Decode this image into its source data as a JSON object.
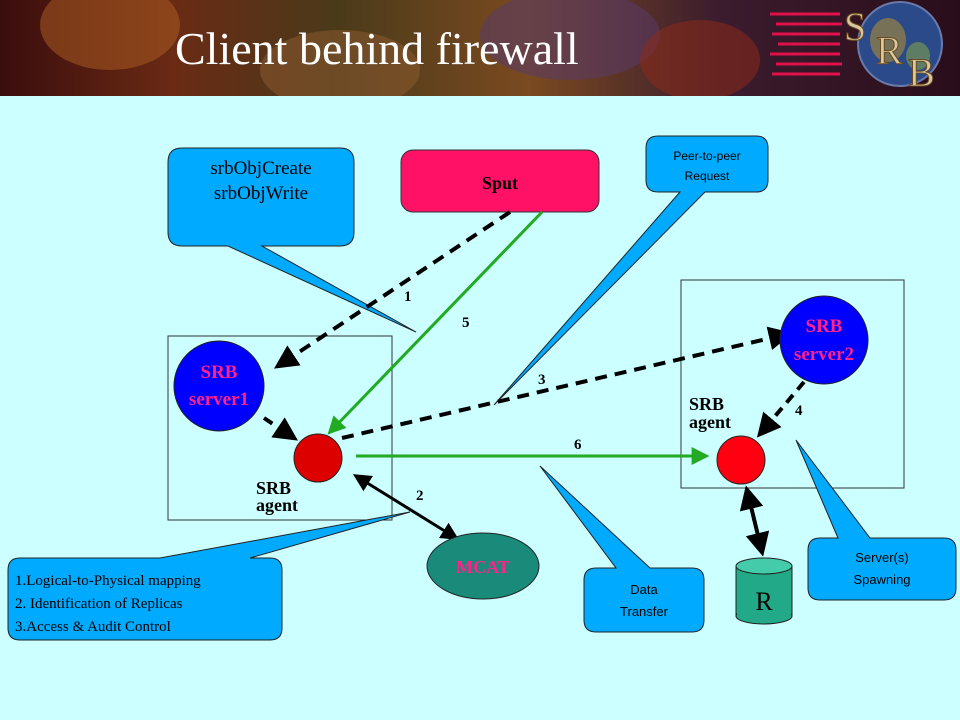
{
  "slide": {
    "title": "Client behind firewall"
  },
  "logo": {
    "letters": [
      "S",
      "R",
      "B"
    ]
  },
  "nodes": {
    "sput": "Sput",
    "server1": [
      "SRB",
      "server1"
    ],
    "server2": [
      "SRB",
      "server2"
    ],
    "agent1": [
      "SRB",
      "agent"
    ],
    "agent2": [
      "SRB",
      "agent"
    ],
    "mcat": "MCAT",
    "resource": "R"
  },
  "callouts": {
    "api": [
      "srbObjCreate",
      "srbObjWrite"
    ],
    "peer": [
      "Peer-to-peer",
      "Request"
    ],
    "mcat_info": [
      "1.Logical-to-Physical mapping",
      "2. Identification of Replicas",
      "3.Access & Audit Control"
    ],
    "data_transfer": [
      "Data",
      "Transfer"
    ],
    "spawning": [
      "Server(s)",
      "Spawning"
    ]
  },
  "steps": [
    "1",
    "2",
    "3",
    "4",
    "5",
    "6"
  ],
  "colors": {
    "background": "#ccffff",
    "callout": "#00aaff",
    "server": "#0000ff",
    "agent": "#dd0000",
    "sput": "#ff1166",
    "mcat": "#1a8a7a",
    "resource": "#22aa88",
    "data_arrow": "#22aa22"
  }
}
